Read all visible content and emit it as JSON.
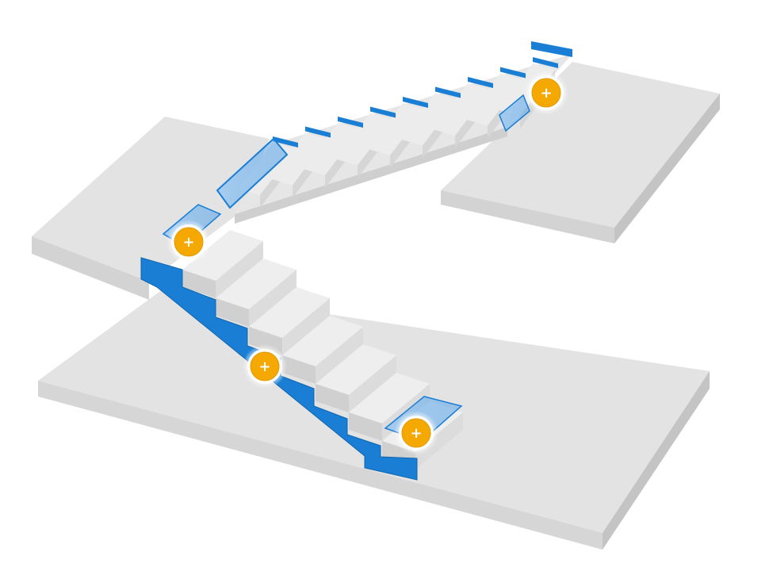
{
  "scene": {
    "description_name": "stair-configurator",
    "colors": {
      "background": "#ffffff",
      "slab_top": "#e2e2e2",
      "slab_side": "#c9c9c9",
      "slab_front": "#d4d4d4",
      "step_tread": "#ececec",
      "step_riser": "#d2d2d2",
      "stringer_blue": "#1a7fd4",
      "stringer_blue_dark": "#0f64ad",
      "glass_blue": "#7ab6ee",
      "hotspot_fill": "#f5a800",
      "hotspot_ring": "#ffffff",
      "hotspot_glyph": "#ffffff"
    },
    "hotspots": [
      {
        "id": "hotspot-upper-landing",
        "icon": "plus-icon",
        "glyph": "+"
      },
      {
        "id": "hotspot-mid-landing",
        "icon": "plus-icon",
        "glyph": "+"
      },
      {
        "id": "hotspot-lower-stringer",
        "icon": "plus-icon",
        "glyph": "+"
      },
      {
        "id": "hotspot-bottom-step",
        "icon": "plus-icon",
        "glyph": "+"
      }
    ]
  }
}
